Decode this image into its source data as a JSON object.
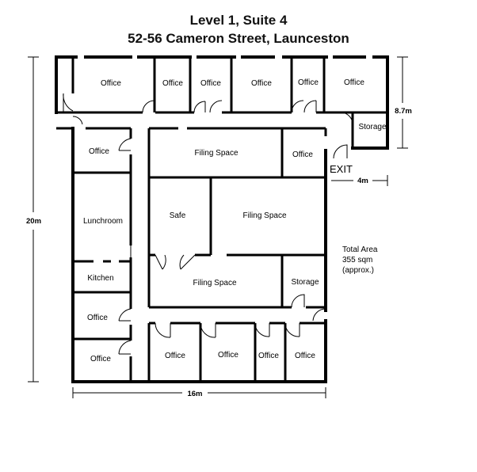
{
  "title_line1": "Level 1, Suite 4",
  "title_line2": "52-56 Cameron Street, Launceston",
  "rooms": {
    "office_top_1": "Office",
    "office_top_2": "Office",
    "office_top_3": "Office",
    "office_top_4": "Office",
    "office_top_5": "Office",
    "office_top_6": "Office",
    "storage_top": "Storage",
    "office_left_1": "Office",
    "filing_space_top": "Filing Space",
    "office_mid_right": "Office",
    "lunchroom": "Lunchroom",
    "safe": "Safe",
    "filing_space_mid": "Filing Space",
    "kitchen": "Kitchen",
    "filing_space_bottom": "Filing Space",
    "storage_bottom": "Storage",
    "office_left_2": "Office",
    "office_left_3": "Office",
    "office_bottom_1": "Office",
    "office_bottom_2": "Office",
    "office_bottom_3": "Office",
    "office_bottom_4": "Office"
  },
  "exit_label": "EXIT",
  "dimensions": {
    "height": "20m",
    "width": "16m",
    "top_depth": "8.7m",
    "exit_width": "4m"
  },
  "total_area": {
    "line1": "Total Area",
    "line2": "355 sqm",
    "line3": "(approx.)"
  }
}
